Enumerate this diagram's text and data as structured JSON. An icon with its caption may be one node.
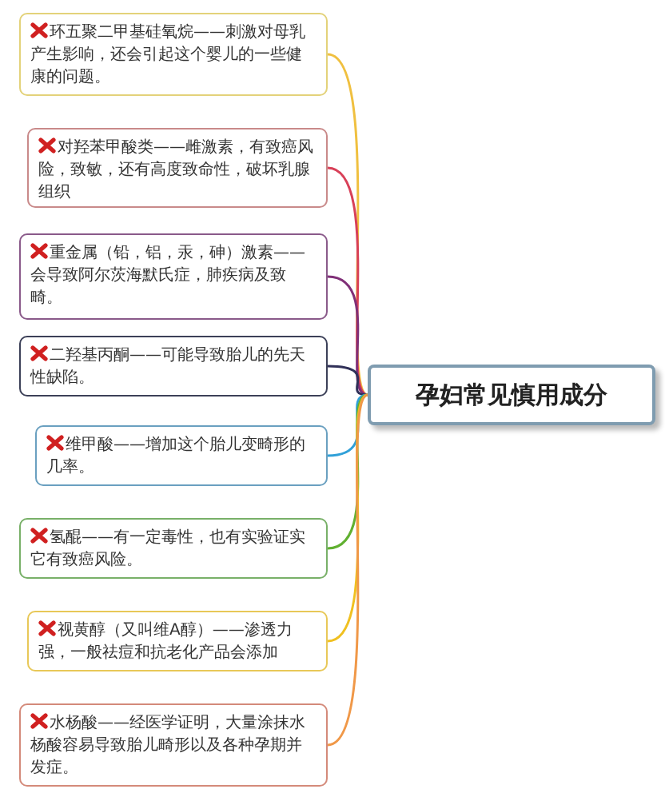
{
  "diagram": {
    "nodes": [
      {
        "text": [
          "孕妇常见慎用成分"
        ]
      },
      {
        "text": [
          "环五聚二甲基硅氧烷——刺激对母乳产生影响，还会引起这个婴儿的一些健康的问题。"
        ]
      },
      {
        "text": [
          "对羟苯甲酸类——雌激素，有致癌风险，致敏，还有高度致命性，破坏乳腺组织"
        ]
      },
      {
        "text": [
          "重金属（铅，铝，汞，砷）激素——会导致阿尔茨海默氏症，肺疾病及致畸。"
        ]
      },
      {
        "text": [
          "二羟基丙酮——可能导致胎儿的先天性缺陷。"
        ]
      },
      {
        "text": [
          "维甲酸——增加这个胎儿变畸形的几率。"
        ]
      },
      {
        "text": [
          "氢醌——有一定毒性，也有实验证实它有致癌风险。"
        ]
      },
      {
        "text": [
          "视黄醇（又叫维A醇）——渗透力强，一般祛痘和抗老化产品会添加"
        ]
      },
      {
        "text": [
          "水杨酸——经医学证明，大量涂抹水杨酸容易导致胎儿畸形以及各种孕期并发症。"
        ]
      }
    ],
    "edges": [
      {
        "from": 0,
        "to": 1,
        "arrow": "none",
        "color": "#f0c040"
      },
      {
        "from": 0,
        "to": 2,
        "arrow": "none",
        "color": "#d84058"
      },
      {
        "from": 0,
        "to": 3,
        "arrow": "none",
        "color": "#803078"
      },
      {
        "from": 0,
        "to": 4,
        "arrow": "none",
        "color": "#303058"
      },
      {
        "from": 0,
        "to": 5,
        "arrow": "none",
        "color": "#30a0d8"
      },
      {
        "from": 0,
        "to": 6,
        "arrow": "none",
        "color": "#60b030"
      },
      {
        "from": 0,
        "to": 7,
        "arrow": "none",
        "color": "#f0c020"
      },
      {
        "from": 0,
        "to": 8,
        "arrow": "none",
        "color": "#f09848"
      }
    ]
  }
}
